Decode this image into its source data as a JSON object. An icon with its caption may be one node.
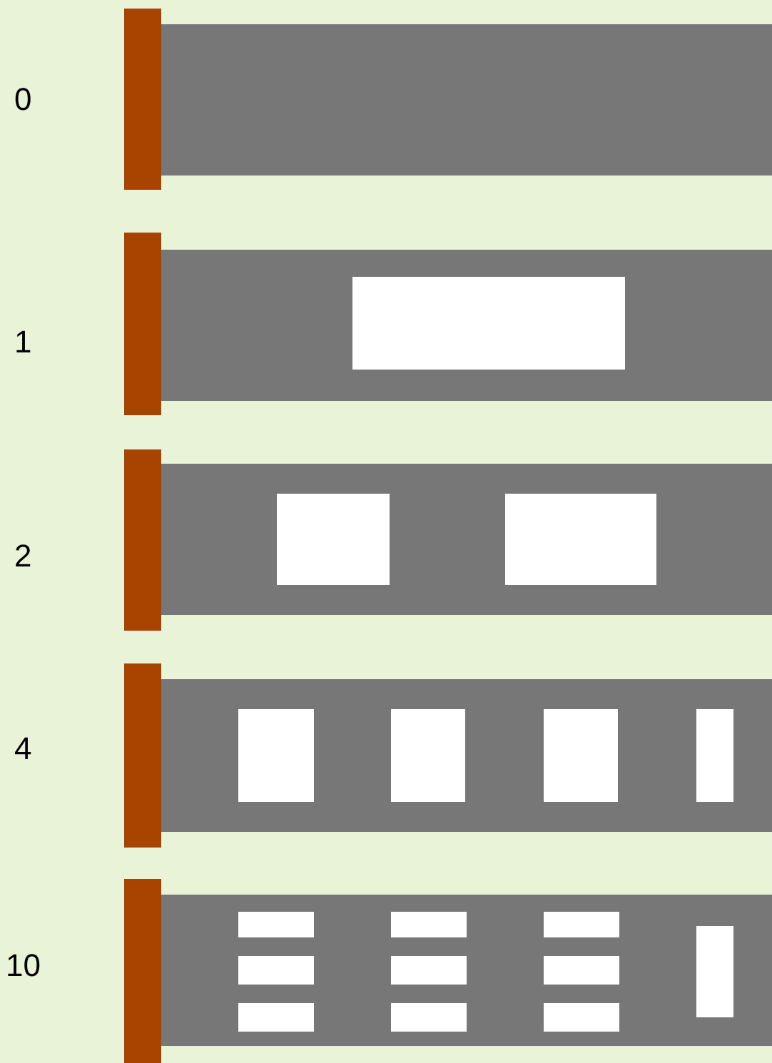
{
  "diagram": {
    "labels": [
      "0",
      "1",
      "2",
      "4",
      "10"
    ]
  }
}
